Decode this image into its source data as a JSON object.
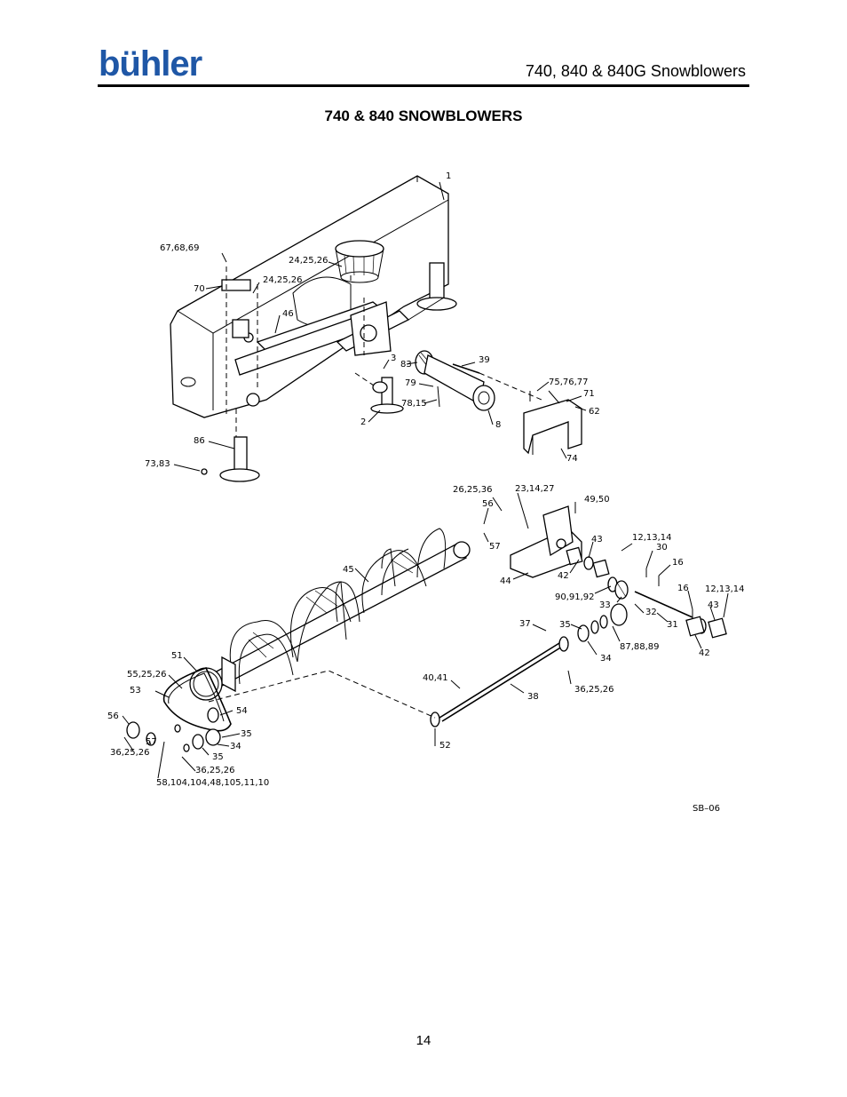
{
  "header": {
    "logo": "bühler",
    "doc_title": "740, 840 & 840G Snowblowers"
  },
  "section_title": "740 & 840 SNOWBLOWERS",
  "diagram": {
    "drawing_code": "SB–06",
    "labels": {
      "l1": "1",
      "l67": "67,68,69",
      "l24a": "24,25,26",
      "l24b": "24,25,26",
      "l70": "70",
      "l46": "46",
      "l3": "3",
      "l83": "83",
      "l39": "39",
      "l79": "79",
      "l78": "78,15",
      "l2": "2",
      "l8": "8",
      "l75": "75,76,77",
      "l71": "71",
      "l62": "62",
      "l74": "74",
      "l86": "86",
      "l73": "73,83",
      "l26_25_36": "26,25,36",
      "l23": "23,14,27",
      "l49": "49,50",
      "l56a": "56",
      "l57a": "57",
      "l43a": "43",
      "l12a": "12,13,14",
      "l30": "30",
      "l16a": "16",
      "l45": "45",
      "l44": "44",
      "l42a": "42",
      "l90": "90,91,92",
      "l33": "33",
      "l16b": "16",
      "l12b": "12,13,14",
      "l43b": "43",
      "l32": "32",
      "l31": "31",
      "l42b": "42",
      "l37": "37",
      "l35a": "35",
      "l87": "87,88,89",
      "l34a": "34",
      "l51": "51",
      "l55": "55,25,26",
      "l53": "53",
      "l40": "40,41",
      "l38": "38",
      "l36b": "36,25,26",
      "l54": "54",
      "l56b": "56",
      "l35b": "35",
      "l57b": "57",
      "l34b": "34",
      "l36c": "36,25,26",
      "l35c": "35",
      "l36d": "36,25,26",
      "l52": "52",
      "l58": "58,104,104,48,105,11,10"
    }
  },
  "footer": {
    "page_number": "14"
  }
}
